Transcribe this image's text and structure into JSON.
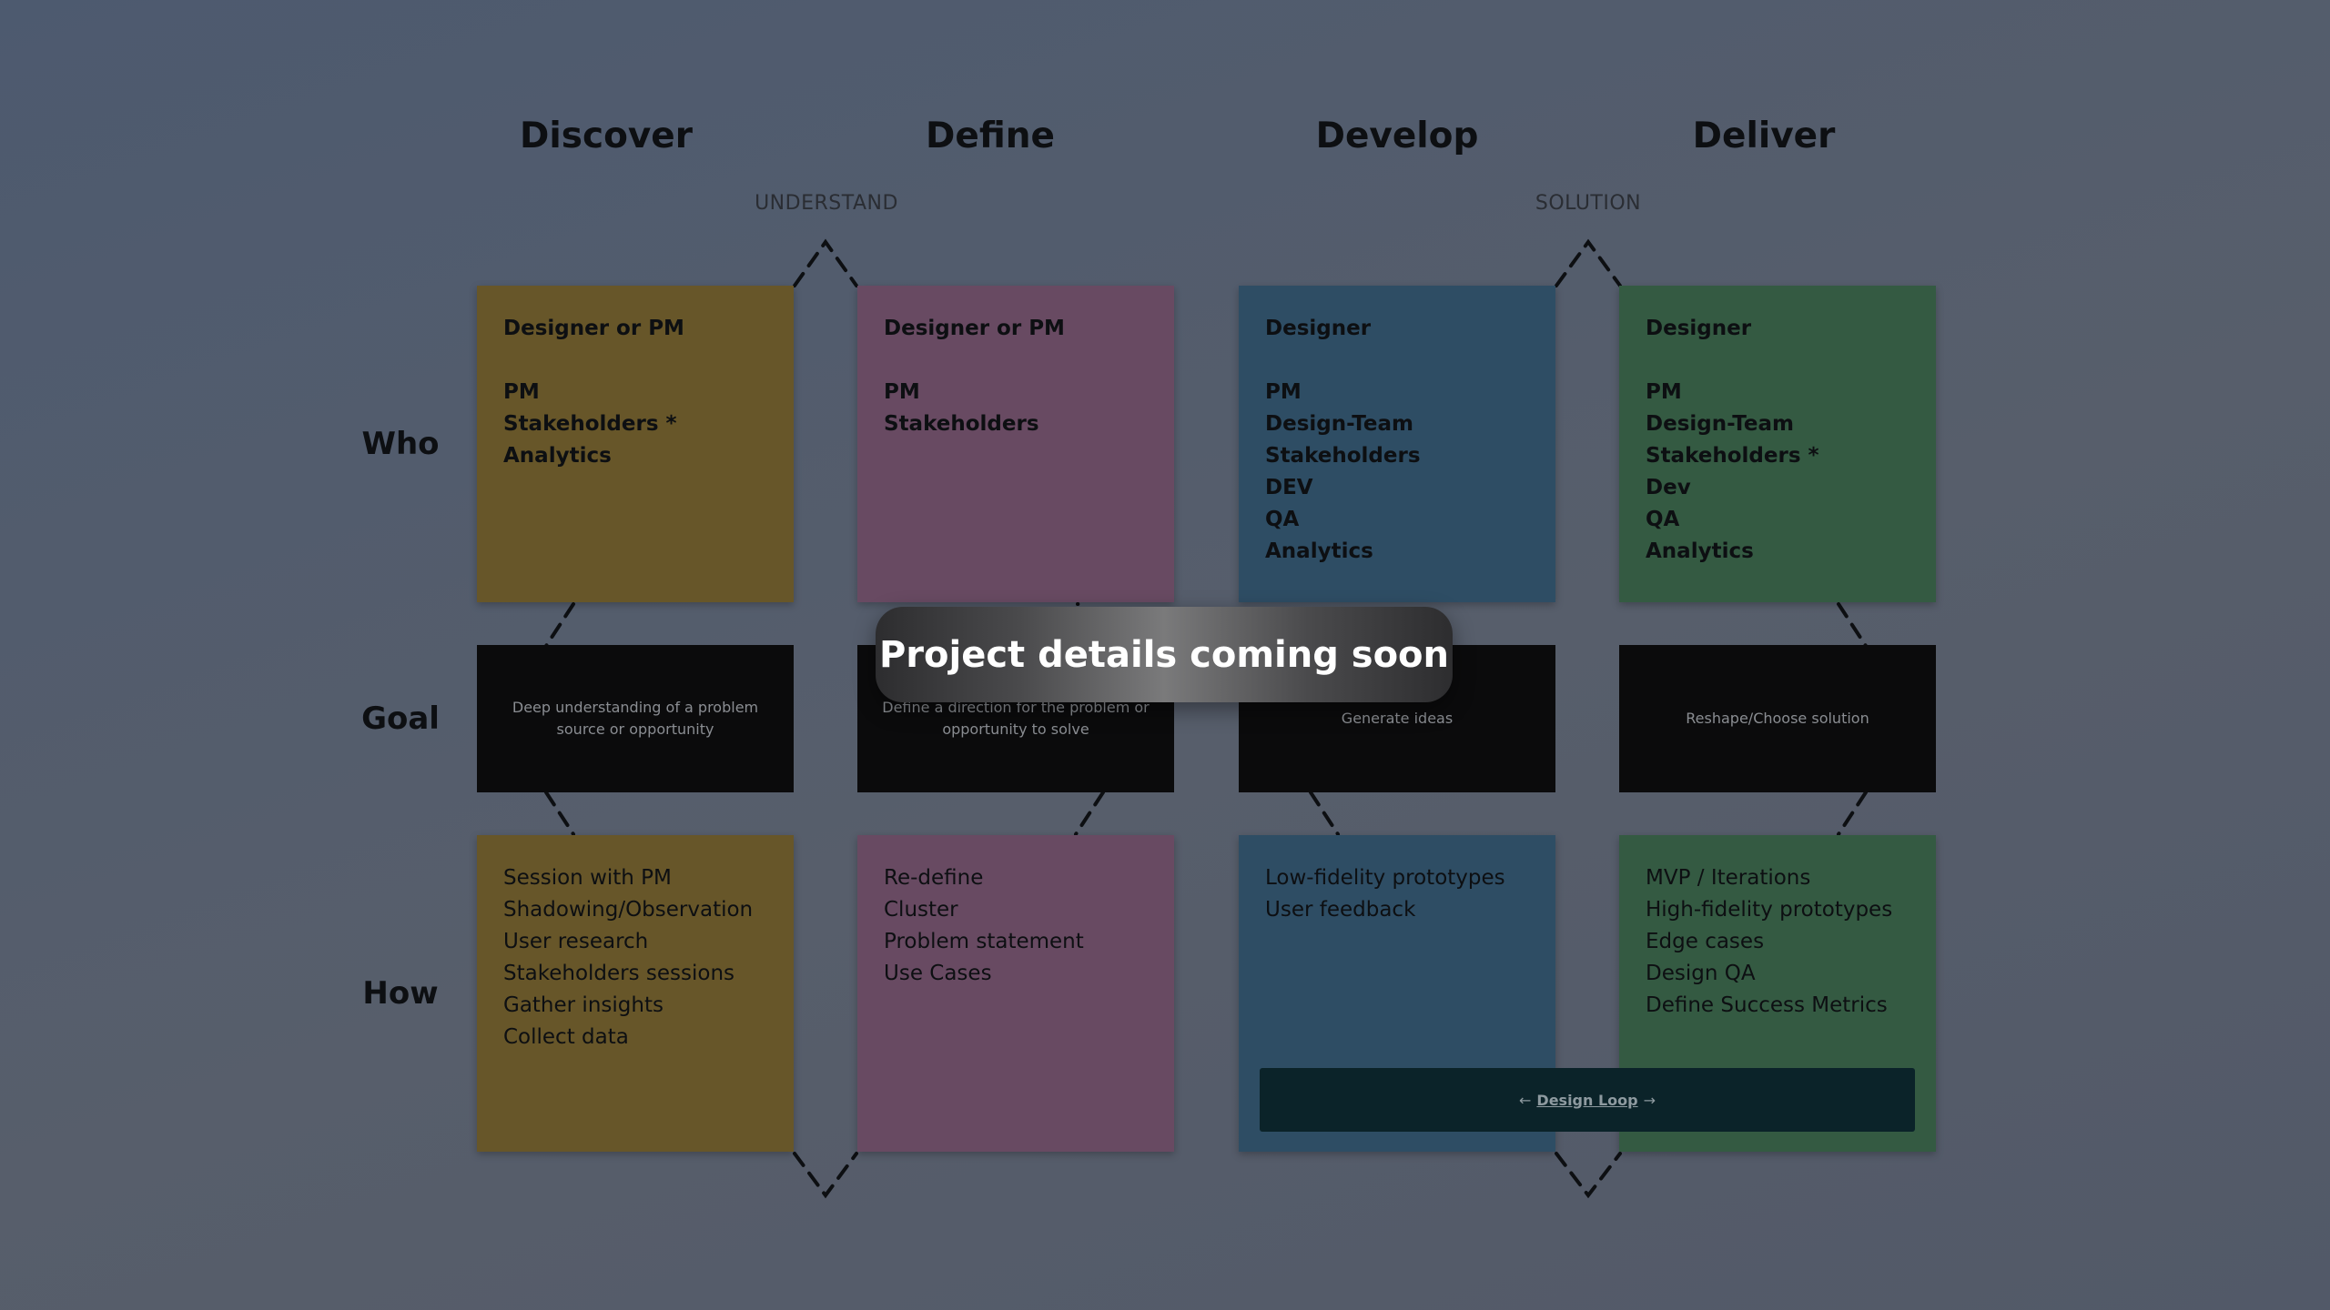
{
  "phases": [
    {
      "title": "Discover"
    },
    {
      "title": "Define"
    },
    {
      "title": "Develop"
    },
    {
      "title": "Deliver"
    }
  ],
  "groups": {
    "understand": "UNDERSTAND",
    "solution": "SOLUTION"
  },
  "rows": {
    "who": "Who",
    "goal": "Goal",
    "how": "How"
  },
  "who": [
    {
      "lead": "Designer or PM",
      "lines": [
        "PM",
        "Stakeholders *",
        "Analytics"
      ]
    },
    {
      "lead": "Designer or PM",
      "lines": [
        "PM",
        "Stakeholders"
      ]
    },
    {
      "lead": "Designer",
      "lines": [
        "PM",
        "Design-Team",
        "Stakeholders",
        "DEV",
        "QA",
        "Analytics"
      ]
    },
    {
      "lead": "Designer",
      "lines": [
        "PM",
        "Design-Team",
        "Stakeholders *",
        "Dev",
        "QA",
        "Analytics"
      ]
    }
  ],
  "goals": [
    "Deep understanding of a problem source or opportunity",
    "Define a direction for the problem or opportunity to solve",
    "Generate ideas",
    "Reshape/Choose solution"
  ],
  "how": [
    {
      "lines": [
        "Session with PM",
        "Shadowing/Observation",
        "User research",
        "Stakeholders sessions",
        "Gather insights",
        "Collect data"
      ]
    },
    {
      "lines": [
        "Re-define",
        "Cluster",
        "Problem statement",
        "Use Cases"
      ]
    },
    {
      "lines": [
        "Low-fidelity prototypes",
        "User feedback"
      ]
    },
    {
      "lines": [
        "MVP / Iterations",
        "High-fidelity prototypes",
        "Edge cases",
        "Design QA",
        "Define Success Metrics"
      ]
    }
  ],
  "loop": {
    "left_arrow": "←",
    "label": "Design Loop",
    "right_arrow": "→"
  },
  "toast": "Project details coming soon"
}
